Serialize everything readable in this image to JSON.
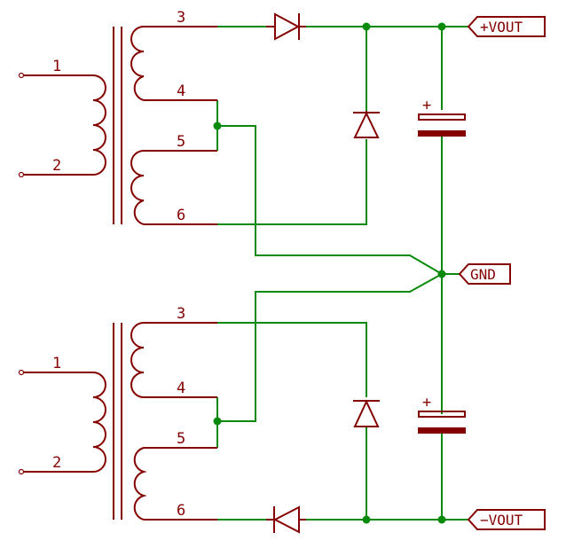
{
  "transformers": [
    {
      "primary_pins": [
        "1",
        "2"
      ],
      "secondary_pins": [
        "3",
        "4",
        "5",
        "6"
      ]
    },
    {
      "primary_pins": [
        "1",
        "2"
      ],
      "secondary_pins": [
        "3",
        "4",
        "5",
        "6"
      ]
    }
  ],
  "nets": {
    "positive_output": "+VOUT",
    "ground": "GND",
    "negative_output": "−VOUT"
  },
  "capacitors": [
    {
      "polarity_mark": "+"
    },
    {
      "polarity_mark": "+"
    }
  ],
  "colors": {
    "wire": "#0a8a0a",
    "component": "#840000",
    "background": "#ffffff"
  }
}
